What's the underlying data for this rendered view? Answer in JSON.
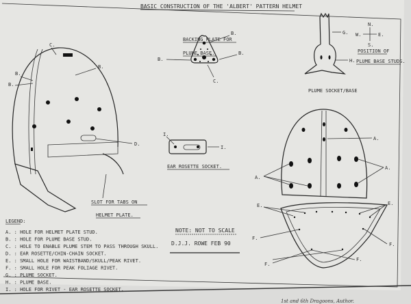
{
  "title": "BASIC CONSTRUCTION OF THE 'ALBERT' PATTERN HELMET",
  "side_view": {
    "labels": [
      "C.",
      "B.",
      "B.",
      "B.",
      "D."
    ],
    "caption_lines": [
      "SLOT FOR TABS ON",
      "HELMET PLATE."
    ]
  },
  "backing_plate": {
    "caption_lines": [
      "BACKING PLATE FOR",
      "PLUME BASE."
    ],
    "labels": [
      "B.",
      "B.",
      "B.",
      "C."
    ]
  },
  "plume": {
    "labels": [
      "G.",
      "H."
    ],
    "compass": {
      "n": "N.",
      "s": "S.",
      "e": "E.",
      "w": "W."
    },
    "position_lines": [
      "POSITION OF",
      "PLUME BASE STUDS."
    ],
    "caption": "PLUME SOCKET/BASE"
  },
  "ear_rosette": {
    "labels": [
      "I.",
      "I."
    ],
    "caption": "EAR ROSETTE SOCKET."
  },
  "front_view": {
    "labels": [
      "A.",
      "A.",
      "A."
    ]
  },
  "peak": {
    "labels": [
      "E.",
      "E.",
      "F.",
      "F.",
      "F.",
      "F."
    ]
  },
  "note": {
    "text": "NOTE: NOT TO SCALE",
    "author": "D.J.J. ROWE FEB 90"
  },
  "legend": {
    "heading": "LEGEND:",
    "items": [
      "A. : HOLE FOR HELMET PLATE STUD.",
      "B. : HOLE FOR PLUME BASE STUD.",
      "C. : HOLE TO ENABLE PLUME STEM TO PASS THROUGH SKULL.",
      "D. : EAR ROSETTE/CHIN-CHAIN SOCKET.",
      "E. : SMALL HOLE FOR WAISTBAND/SKULL/PEAK RIVET.",
      "F. : SMALL HOLE FOR PEAK FOLIAGE RIVET.",
      "G. : PLUME SOCKET.",
      "H. : PLUME BASE.",
      "I. : HOLE FOR RIVET - EAR ROSETTE SOCKET."
    ]
  },
  "page_caption": "1st and 6th Dragoons, Author."
}
